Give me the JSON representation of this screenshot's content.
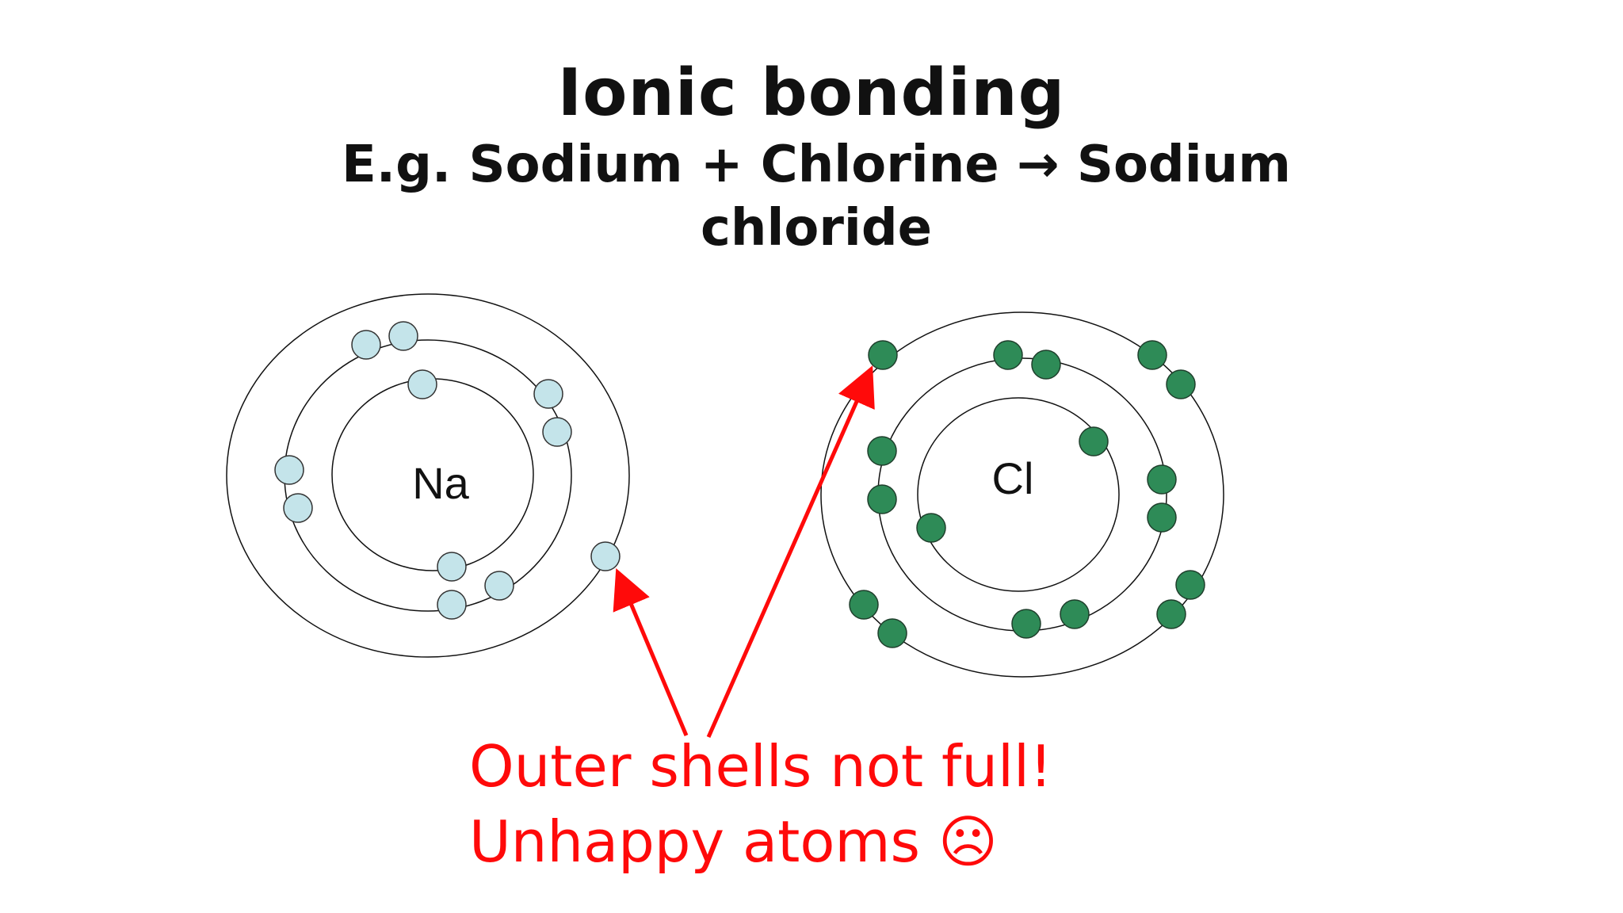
{
  "slide": {
    "title": "Ionic bonding",
    "subtitle": "E.g. Sodium + Chlorine → Sodium chloride"
  },
  "atoms": {
    "sodium": {
      "symbol": "Na",
      "electron_color": "#c4e4ea",
      "shells": [
        2,
        8,
        1
      ]
    },
    "chlorine": {
      "symbol": "Cl",
      "electron_color": "#2e8b57",
      "shells": [
        2,
        8,
        7
      ]
    }
  },
  "annotation": {
    "line1": "Outer shells not full!",
    "line2": "Unhappy atoms ☹",
    "color": "#ff0a0a"
  },
  "colors": {
    "shell_stroke": "#111111",
    "arrow": "#ff0a0a"
  }
}
